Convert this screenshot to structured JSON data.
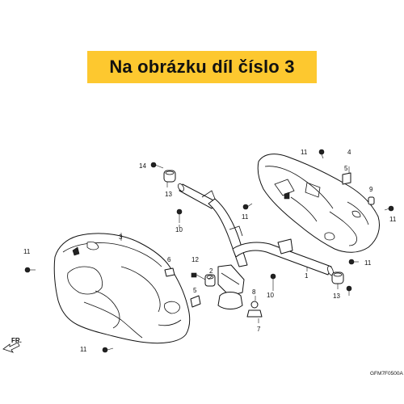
{
  "banner": {
    "text": "Na obrázku díl číslo 3",
    "background": "#fdc82f"
  },
  "diagram_code": "GFM7F0500A",
  "direction_label": "FR.",
  "callouts": [
    {
      "id": "c-14",
      "text": "14"
    },
    {
      "id": "c-13a",
      "text": "13"
    },
    {
      "id": "c-10a",
      "text": "10"
    },
    {
      "id": "c-3",
      "text": "3"
    },
    {
      "id": "c-11a",
      "text": "11"
    },
    {
      "id": "c-6",
      "text": "6"
    },
    {
      "id": "c-12",
      "text": "12"
    },
    {
      "id": "c-2",
      "text": "2"
    },
    {
      "id": "c-5b",
      "text": "5"
    },
    {
      "id": "c-11b",
      "text": "11"
    },
    {
      "id": "c-11c",
      "text": "11"
    },
    {
      "id": "c-4",
      "text": "4"
    },
    {
      "id": "c-5a",
      "text": "5"
    },
    {
      "id": "c-9",
      "text": "9"
    },
    {
      "id": "c-11d",
      "text": "11"
    },
    {
      "id": "c-11e",
      "text": "11"
    },
    {
      "id": "c-11f",
      "text": "11"
    },
    {
      "id": "c-1",
      "text": "1"
    },
    {
      "id": "c-8",
      "text": "8"
    },
    {
      "id": "c-10b",
      "text": "10"
    },
    {
      "id": "c-7",
      "text": "7"
    },
    {
      "id": "c-13b",
      "text": "13"
    }
  ]
}
